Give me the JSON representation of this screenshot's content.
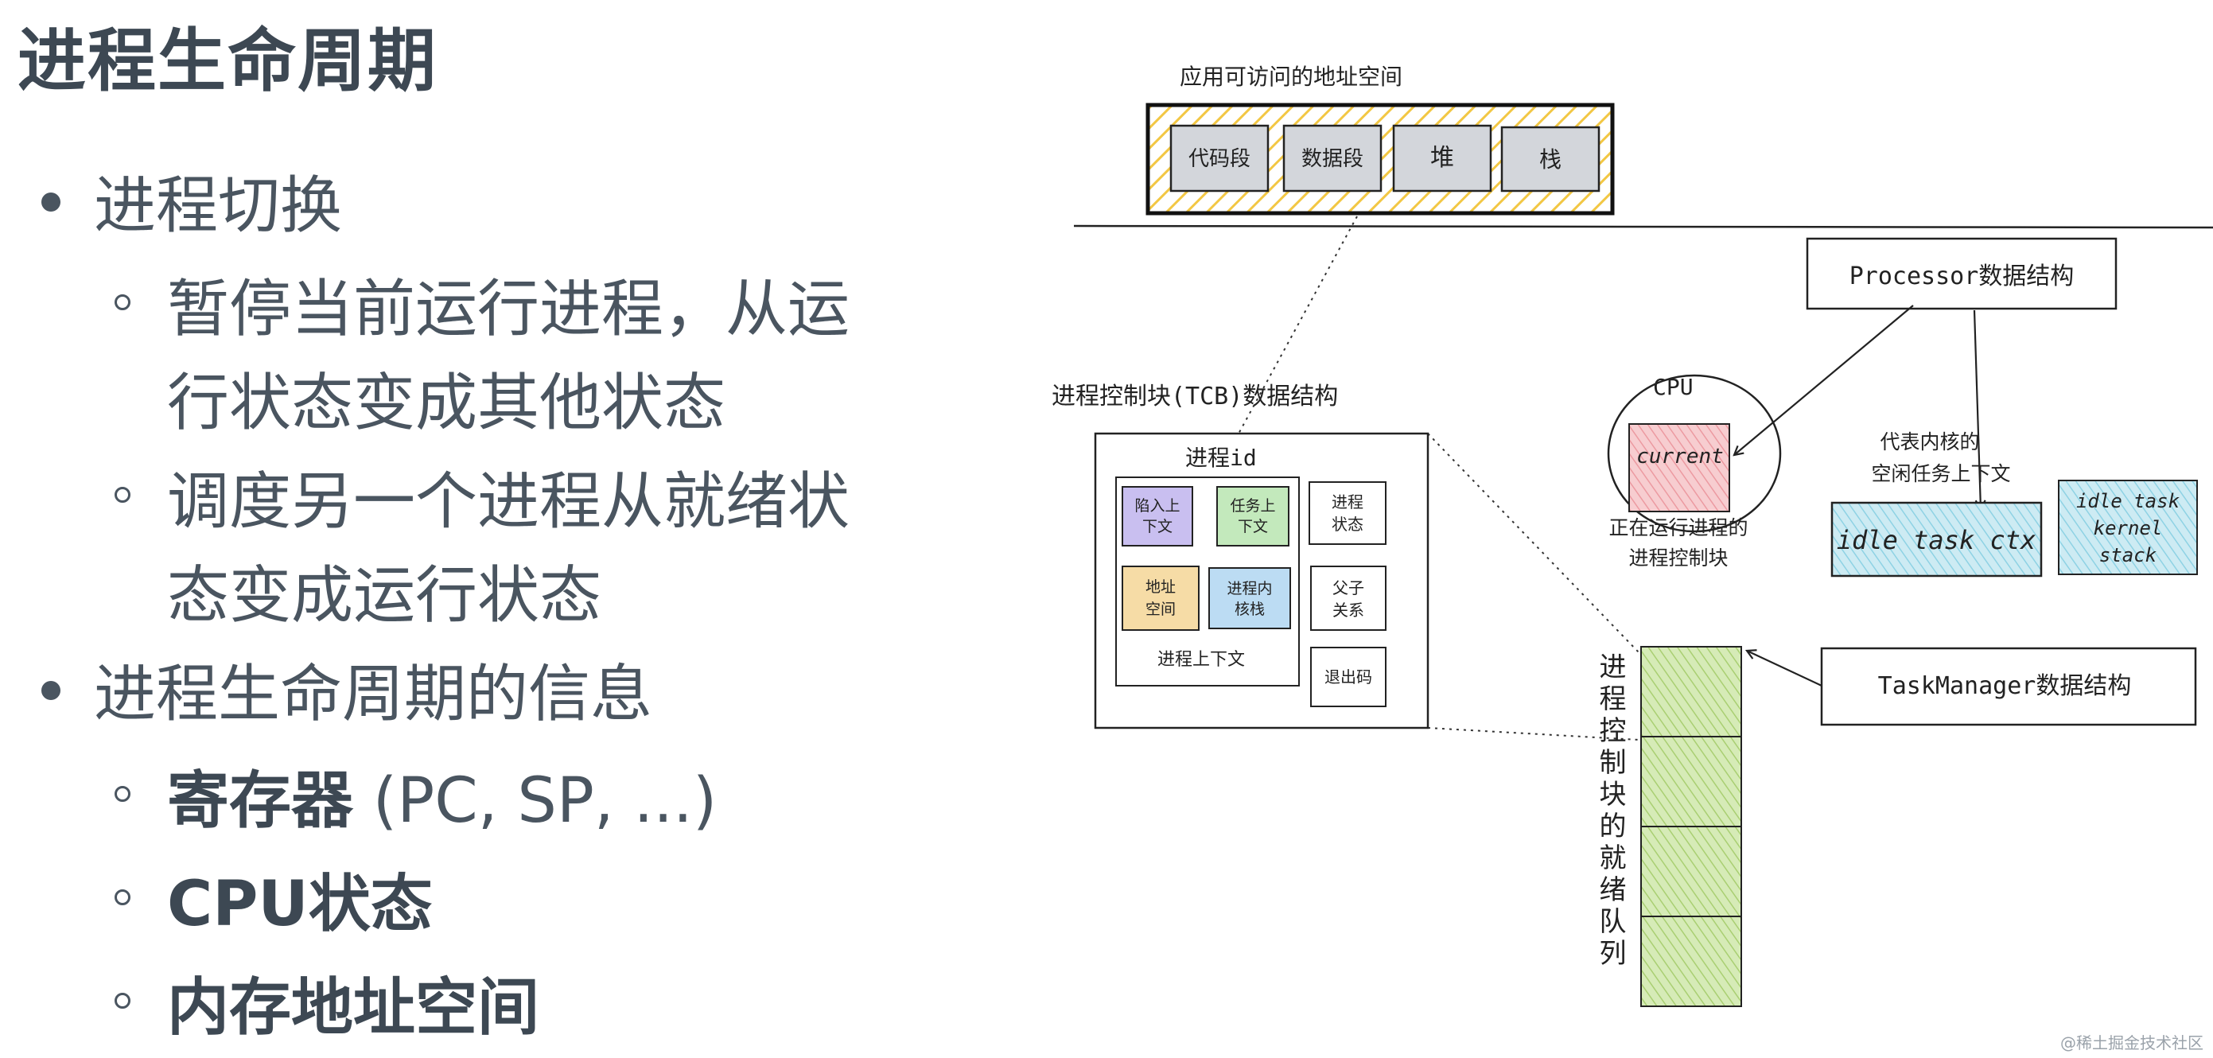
{
  "slide": {
    "title": "进程生命周期",
    "bullets": [
      {
        "text": "进程切换",
        "subs": [
          {
            "line1": "暂停当前运行进程，从运",
            "line2": "行状态变成其他状态"
          },
          {
            "line1": "调度另一个进程从就绪状",
            "line2": "态变成运行状态"
          }
        ]
      },
      {
        "text": "进程生命周期的信息",
        "subs": [
          {
            "bold": "寄存器",
            "rest": " (PC, SP, ...)"
          },
          {
            "bold": "CPU状态"
          },
          {
            "bold": "内存地址空间"
          }
        ]
      }
    ]
  },
  "diagram": {
    "address_space": {
      "label": "应用可访问的地址空间",
      "segments": [
        "代码段",
        "数据段",
        "堆",
        "栈"
      ]
    },
    "tcb": {
      "label": "进程控制块(TCB)数据结构",
      "pid": "进程id",
      "trap_ctx": [
        "陷入上",
        "下文"
      ],
      "task_ctx": [
        "任务上",
        "下文"
      ],
      "addr_space": [
        "地址",
        "空间"
      ],
      "kernel_stack": [
        "进程内",
        "核栈"
      ],
      "context_label": "进程上下文",
      "status": [
        "进程",
        "状态"
      ],
      "parent_child": [
        "父子",
        "关系"
      ],
      "exit_code": "退出码"
    },
    "cpu": {
      "label": "CPU",
      "current": "current",
      "caption": [
        "正在运行进程的",
        "进程控制块"
      ]
    },
    "processor": {
      "label": "Processor数据结构"
    },
    "idle": {
      "caption": [
        "代表内核的",
        "空闲任务上下文"
      ],
      "ctx": "idle task ctx",
      "stack": [
        "idle task",
        "kernel",
        "stack"
      ]
    },
    "task_manager": {
      "label": "TaskManager数据结构"
    },
    "ready_queue": {
      "label": "进程控制块的就绪队列"
    }
  },
  "colors": {
    "hatch_yellow": "#f2c744",
    "segment_gray": "#d3d6db",
    "trap_purple": "#b7a8e8",
    "task_green": "#a9dea0",
    "addr_orange": "#f1c97a",
    "kstack_blue": "#9ecdf0",
    "current_pink": "#f0a8ae",
    "idle_cyan": "#9fd9e8",
    "queue_green": "#b6d98a"
  },
  "watermark": "@稀土掘金技术社区"
}
